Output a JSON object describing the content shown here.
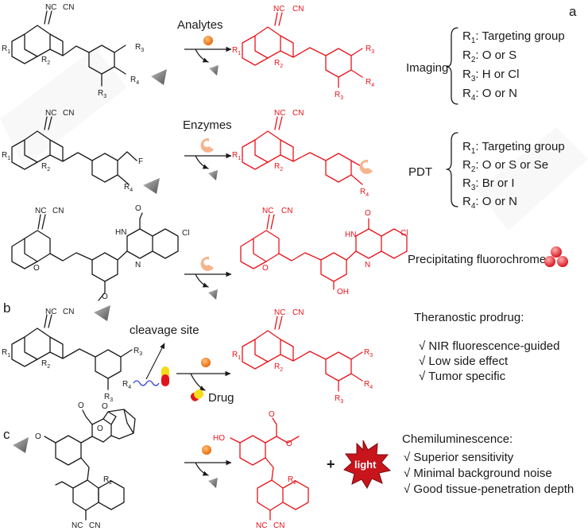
{
  "panels": {
    "a": "a",
    "b": "b",
    "c": "c"
  },
  "reagents": {
    "analytes": "Analytes",
    "enzymes": "Enzymes",
    "cleavage_site": "cleavage site",
    "drug": "Drug",
    "light": "light"
  },
  "atoms": {
    "nc": "NC",
    "cn": "CN",
    "r1": "R",
    "r1_sub": "1",
    "r2": "R",
    "r2_sub": "2",
    "r3": "R",
    "r3_sub": "3",
    "r4": "R",
    "r4_sub": "4",
    "f": "F",
    "o": "O",
    "oh": "OH",
    "ho": "HO",
    "hn": "HN",
    "n": "N",
    "cl": "Cl"
  },
  "imaging": {
    "title": "Imaging",
    "items": [
      {
        "r": "R",
        "sub": "1",
        "text": ": Targeting group"
      },
      {
        "r": "R",
        "sub": "2",
        "text": ": O or S"
      },
      {
        "r": "R",
        "sub": "3",
        "text": ": H or Cl"
      },
      {
        "r": "R",
        "sub": "4",
        "text": ": O or N"
      }
    ]
  },
  "pdt": {
    "title": "PDT",
    "items": [
      {
        "r": "R",
        "sub": "1",
        "text": ": Targeting group"
      },
      {
        "r": "R",
        "sub": "2",
        "text": ": O or S or Se"
      },
      {
        "r": "R",
        "sub": "3",
        "text": ": Br or I"
      },
      {
        "r": "R",
        "sub": "4",
        "text": ": O or N"
      }
    ]
  },
  "precipitating": "Precipitating fluorochrome",
  "theranostic": {
    "title": "Theranostic prodrug:",
    "items": [
      "√  NIR fluorescence-guided",
      "√  Low side effect",
      "√  Tumor specific"
    ]
  },
  "chemi": {
    "title": "Chemiluminescence:",
    "items": [
      "√ Superior sensitivity",
      "√ Minimal background noise",
      "√ Good tissue-penetration depth"
    ]
  },
  "plus": "+",
  "colors": {
    "product": "#e8141b",
    "analyte": "#f07f13",
    "enzyme": "#f6b48d",
    "quencher": "#7d7d7d",
    "light_burst": "#c8141b",
    "capsule_red": "#e3141b",
    "capsule_yellow": "#f3dc18",
    "linker": "#2a3fd8"
  }
}
